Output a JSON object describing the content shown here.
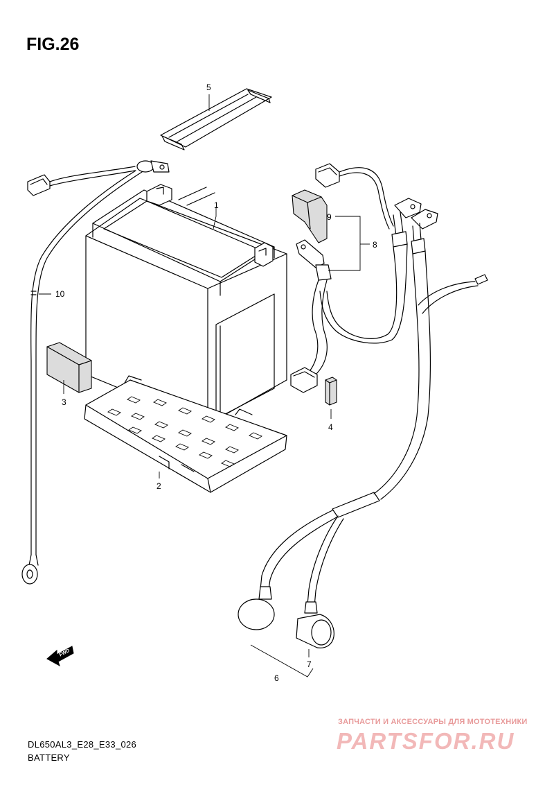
{
  "figure": {
    "title": "FIG.26",
    "code": "DL650AL3_E28_E33_026",
    "name": "BATTERY",
    "fwd_label": "FWD"
  },
  "callouts": [
    "1",
    "2",
    "3",
    "4",
    "5",
    "6",
    "7",
    "8",
    "9",
    "10"
  ],
  "watermark": {
    "tagline": "ЗАПЧАСТИ И АКСЕССУАРЫ ДЛЯ МОТОТЕХНИКИ",
    "logo": "PARTSFOR.RU",
    "color": "#f2b8b8"
  },
  "icons": [
    "forward-arrow-icon"
  ]
}
